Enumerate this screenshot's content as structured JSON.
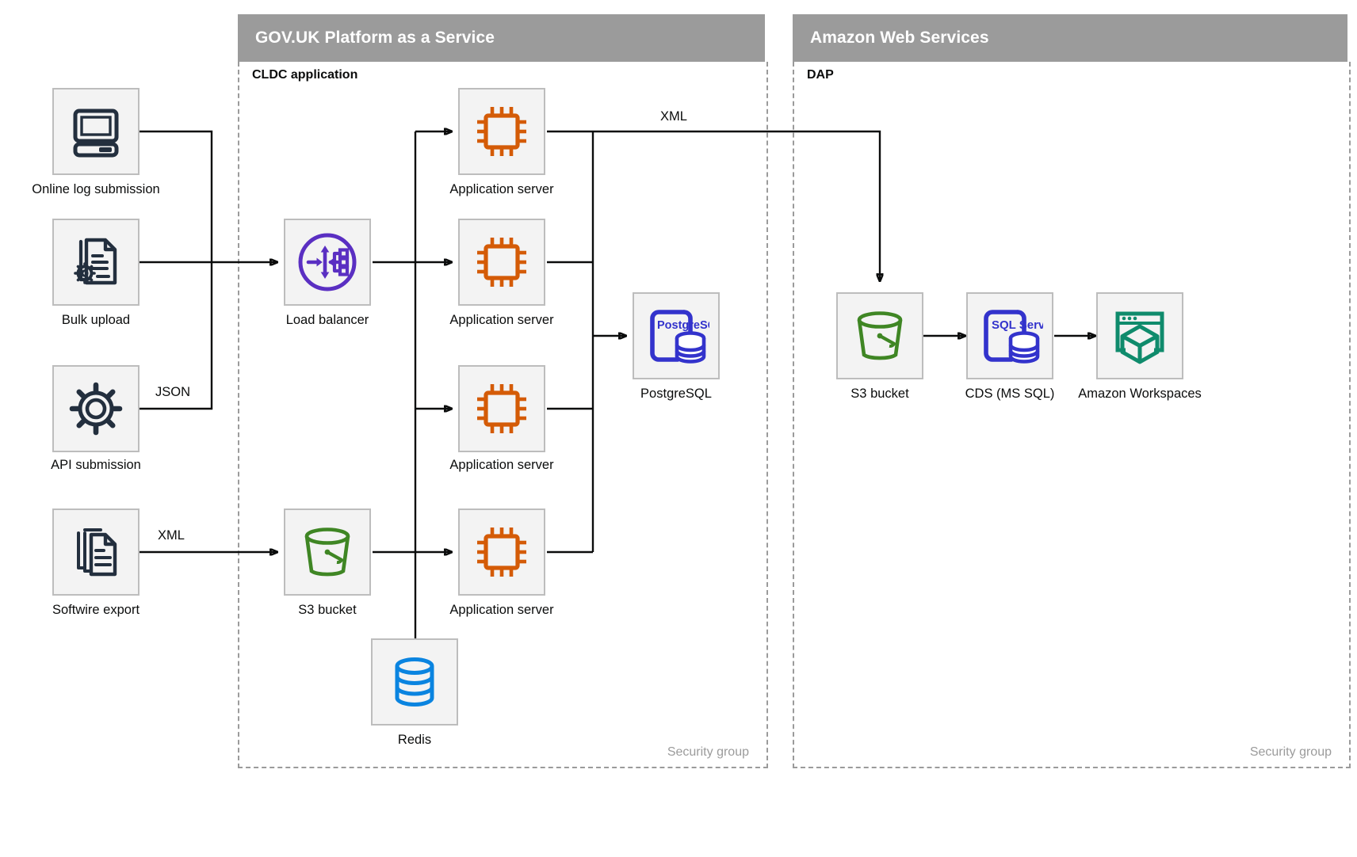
{
  "groups": [
    {
      "id": "paas",
      "title": "GOV.UK Platform as a Service",
      "subtitle": "CLDC application",
      "security_label": "Security group"
    },
    {
      "id": "aws",
      "title": "Amazon Web Services",
      "subtitle": "DAP",
      "security_label": "Security group"
    }
  ],
  "nodes": [
    {
      "id": "online-log-submission",
      "label": "Online log submission",
      "icon": "desktop-computer-icon",
      "color": "#232f3e"
    },
    {
      "id": "bulk-upload",
      "label": "Bulk upload",
      "icon": "document-gear-icon",
      "color": "#232f3e"
    },
    {
      "id": "api-submission",
      "label": "API submission",
      "icon": "gear-icon",
      "color": "#232f3e"
    },
    {
      "id": "softwire-export",
      "label": "Softwire export",
      "icon": "documents-stack-icon",
      "color": "#232f3e"
    },
    {
      "id": "load-balancer",
      "label": "Load balancer",
      "icon": "load-balancer-icon",
      "color": "#5a2fc2"
    },
    {
      "id": "app-server-1",
      "label": "Application server",
      "icon": "cpu-chip-icon",
      "color": "#d45b07"
    },
    {
      "id": "app-server-2",
      "label": "Application server",
      "icon": "cpu-chip-icon",
      "color": "#d45b07"
    },
    {
      "id": "app-server-3",
      "label": "Application server",
      "icon": "cpu-chip-icon",
      "color": "#d45b07"
    },
    {
      "id": "app-server-4",
      "label": "Application server",
      "icon": "cpu-chip-icon",
      "color": "#d45b07"
    },
    {
      "id": "postgresql",
      "label": "PostgreSQL",
      "icon": "postgresql-icon",
      "color": "#3333cc",
      "badge": "PostgreSQL"
    },
    {
      "id": "s3-bucket-paas",
      "label": "S3 bucket",
      "icon": "s3-bucket-icon",
      "color": "#3f8624"
    },
    {
      "id": "redis",
      "label": "Redis",
      "icon": "database-icon",
      "color": "#0a84e0"
    },
    {
      "id": "s3-bucket-aws",
      "label": "S3 bucket",
      "icon": "s3-bucket-icon",
      "color": "#3f8624"
    },
    {
      "id": "cds-ms-sql",
      "label": "CDS (MS SQL)",
      "icon": "sql-server-icon",
      "color": "#3333cc",
      "badge": "SQL Server"
    },
    {
      "id": "amazon-workspaces",
      "label": "Amazon Workspaces",
      "icon": "workspaces-icon",
      "color": "#0f8b6c"
    }
  ],
  "edge_labels": [
    {
      "id": "json-label",
      "text": "JSON"
    },
    {
      "id": "xml-source-label",
      "text": "XML"
    },
    {
      "id": "xml-transfer-label",
      "text": "XML"
    }
  ],
  "colors": {
    "band": "#9b9b9b",
    "node_fill": "#f3f3f3",
    "node_border": "#bdbdbd",
    "wire": "#0b0c0c",
    "orange": "#d45b07",
    "purple": "#5a2fc2",
    "blue": "#3333cc",
    "green": "#3f8624",
    "teal": "#0f8b6c",
    "redis_blue": "#0a84e0",
    "navy": "#232f3e"
  }
}
